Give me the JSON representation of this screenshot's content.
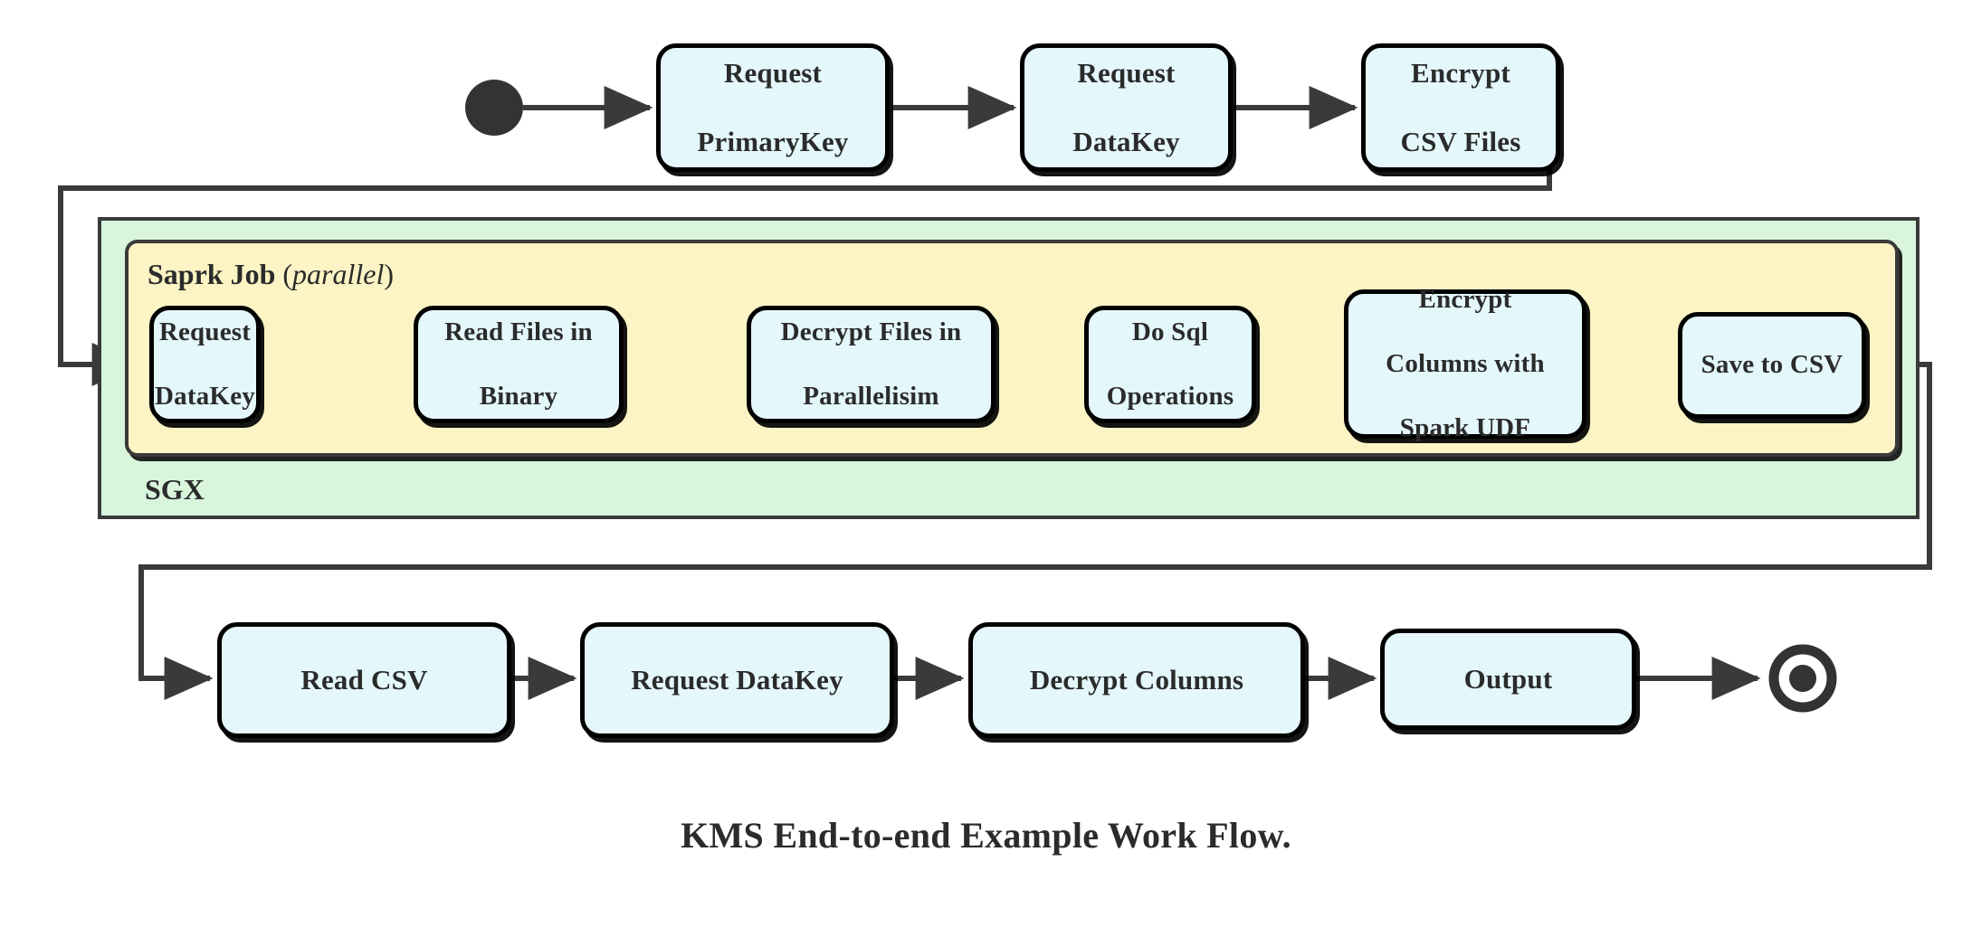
{
  "diagram": {
    "caption": "KMS End-to-end Example Work Flow.",
    "colors": {
      "node_fill": "#e4f7fb",
      "node_stroke": "#000000",
      "sgx_fill": "#d9f5dc",
      "spark_fill": "#fcf4c4",
      "container_stroke": "#3a3a3a",
      "connector": "#3a3a3a",
      "text": "#2b2b2b"
    },
    "start_node": {
      "name": "start-node",
      "shape": "filled-circle"
    },
    "end_node": {
      "name": "end-node",
      "shape": "double-circle"
    },
    "containers": [
      {
        "id": "sgx",
        "label": "SGX",
        "fill": "#d9f5dc"
      },
      {
        "id": "spark",
        "label_main": "Saprk Job",
        "label_paren_open": "(",
        "label_italic": "parallel",
        "label_paren_close": ")",
        "fill": "#fcf4c4"
      }
    ],
    "rows": [
      {
        "id": "top-row",
        "nodes": [
          {
            "id": "request-primarykey",
            "lines": [
              "Request",
              "PrimaryKey"
            ]
          },
          {
            "id": "request-datakey-top",
            "lines": [
              "Request",
              "DataKey"
            ]
          },
          {
            "id": "encrypt-csv-files",
            "lines": [
              "Encrypt",
              "CSV Files"
            ]
          }
        ]
      },
      {
        "id": "spark-row",
        "nodes": [
          {
            "id": "request-datakey-spark",
            "lines": [
              "Request",
              "DataKey"
            ]
          },
          {
            "id": "read-files-in-binary",
            "lines": [
              "Read Files in",
              "Binary"
            ]
          },
          {
            "id": "decrypt-files-in-parallelisim",
            "lines": [
              "Decrypt Files in",
              "Parallelisim"
            ]
          },
          {
            "id": "do-sql-operations",
            "lines": [
              "Do Sql",
              "Operations"
            ]
          },
          {
            "id": "encrypt-columns-with-spark-udf",
            "lines": [
              "Encrypt",
              "Columns with",
              "Spark UDF"
            ]
          },
          {
            "id": "save-to-csv",
            "lines": [
              "Save to CSV"
            ]
          }
        ]
      },
      {
        "id": "bottom-row",
        "nodes": [
          {
            "id": "read-csv",
            "lines": [
              "Read CSV"
            ]
          },
          {
            "id": "request-datakey-bottom",
            "lines": [
              "Request DataKey"
            ]
          },
          {
            "id": "decrypt-columns",
            "lines": [
              "Decrypt Columns"
            ]
          },
          {
            "id": "output",
            "lines": [
              "Output"
            ]
          }
        ]
      }
    ],
    "flow_sequence": [
      "start",
      "Request PrimaryKey",
      "Request DataKey",
      "Encrypt CSV Files",
      "Request DataKey",
      "Read Files in Binary",
      "Decrypt Files in Parallelisim",
      "Do Sql Operations",
      "Encrypt Columns with Spark UDF",
      "Save to CSV",
      "Read CSV",
      "Request DataKey",
      "Decrypt Columns",
      "Output",
      "end"
    ]
  }
}
